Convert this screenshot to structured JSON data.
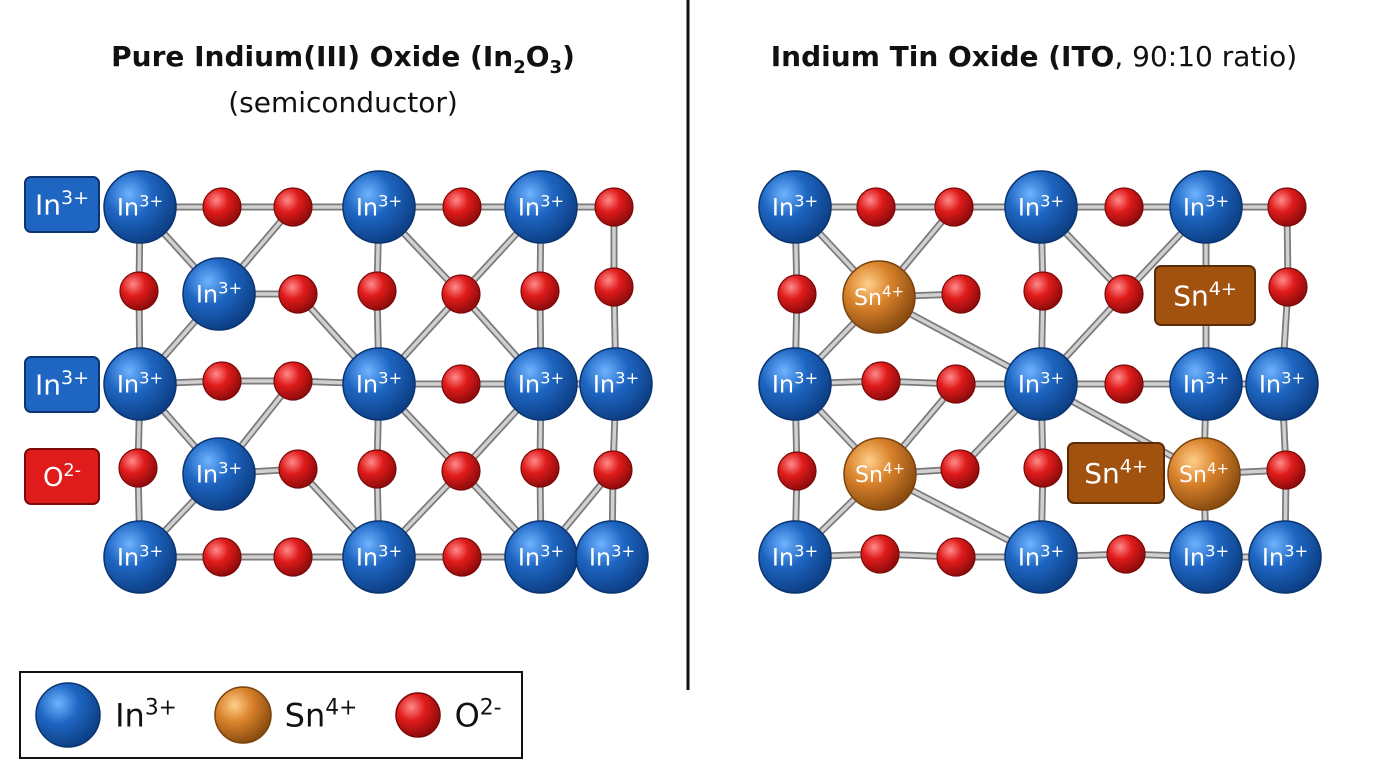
{
  "left_panel": {
    "title_part1": "Pure Indium(III) Oxide (In",
    "title_sub1": "2",
    "title_part2": "O",
    "title_sub2": "3",
    "title_part3": ")",
    "subtitle": "(semiconductor)"
  },
  "right_panel": {
    "title_bold": "Indium Tin Oxide (ITO",
    "title_rest": ", 90:10 ratio)"
  },
  "labels": {
    "in_base": "In",
    "in_charge": "3+",
    "sn_base": "Sn",
    "sn_charge": "4+",
    "o_base": "O",
    "o_charge": "2-"
  },
  "legend": {
    "in_base": "In",
    "in_charge": "3+",
    "sn_base": "Sn",
    "sn_charge": "4+",
    "o_base": "O",
    "o_charge": "2-"
  },
  "colors": {
    "indium": "#1e66c2",
    "indium_dark": "#0d3f85",
    "tin": "#d9822b",
    "tin_dark": "#8a4c10",
    "tin_box": "#a2520f",
    "oxygen": "#e01b1b",
    "oxygen_dark": "#8e0b0b",
    "bond": "#a8a8a8"
  }
}
